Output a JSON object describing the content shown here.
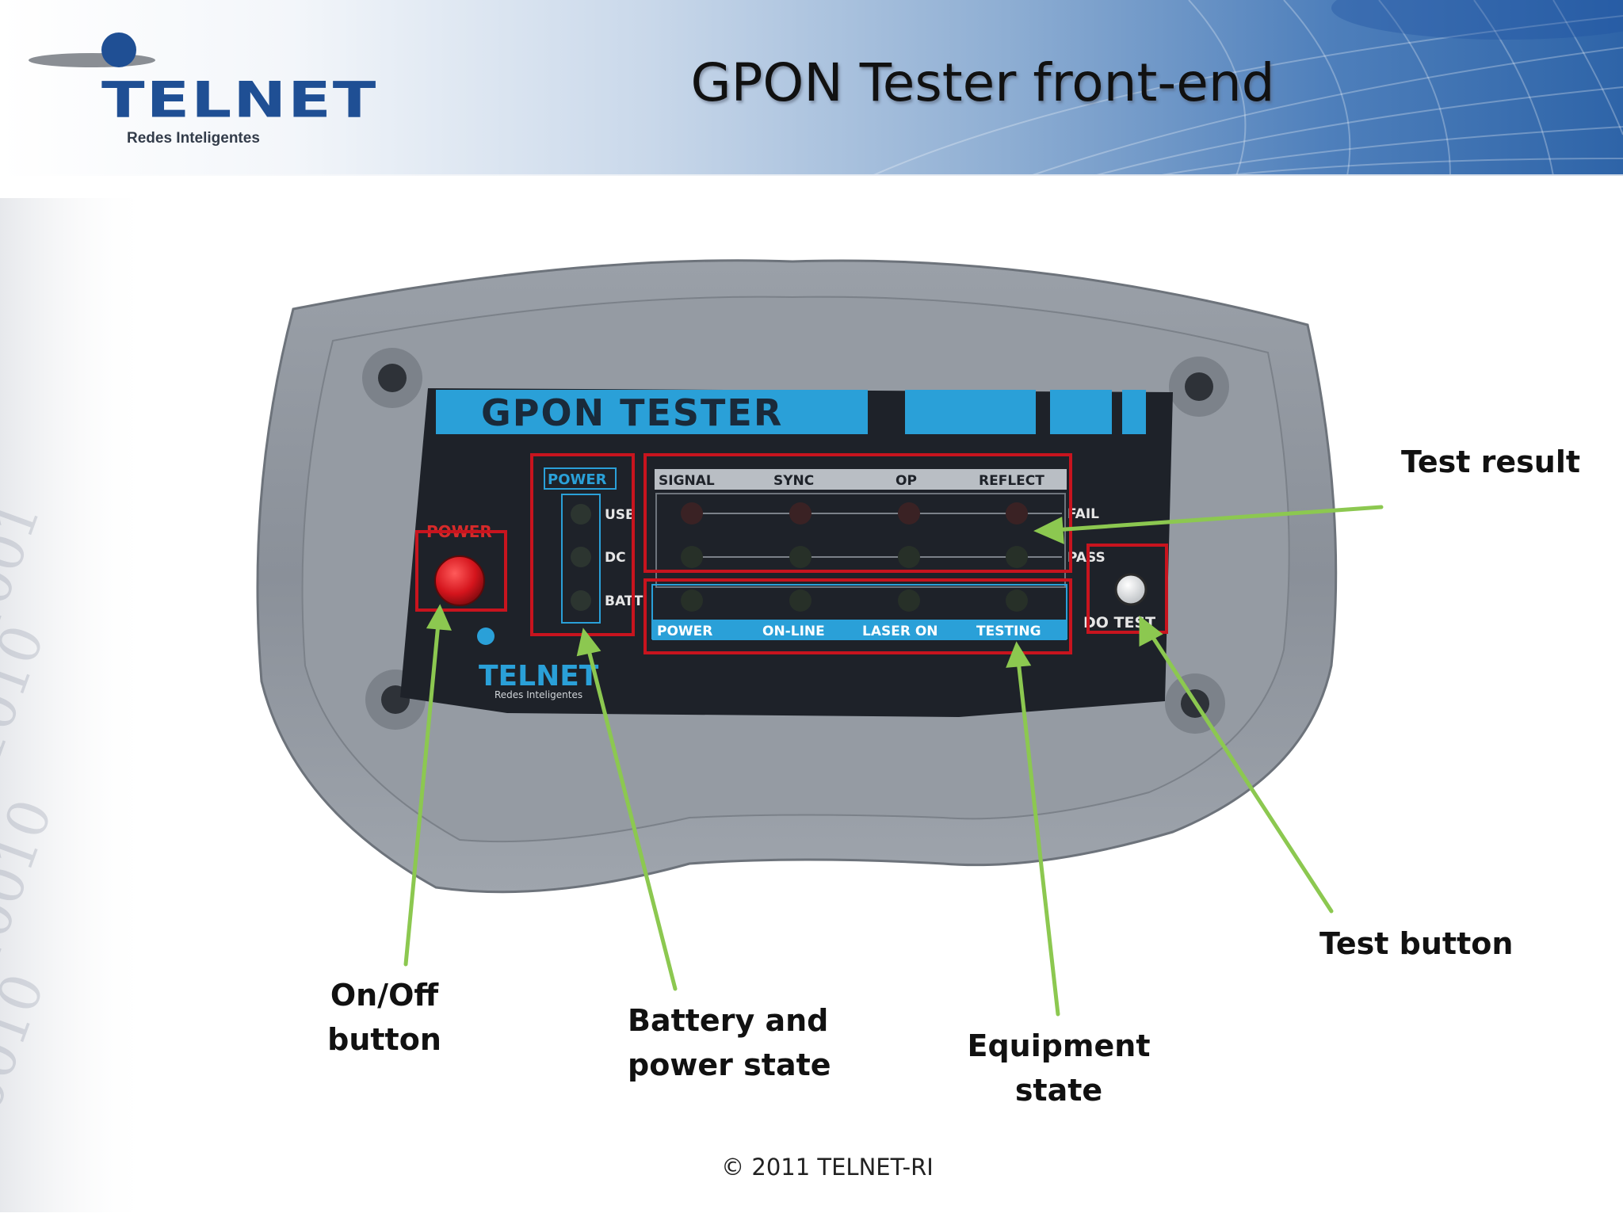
{
  "header": {
    "logo_word": "TELNET",
    "logo_subtitle": "Redes Inteligentes",
    "title": "GPON Tester front-end"
  },
  "device": {
    "name_plate": "GPON TESTER",
    "power_button_label": "POWER",
    "power_group": {
      "title": "POWER",
      "leds": [
        "USB",
        "DC",
        "BATT"
      ]
    },
    "test_result": {
      "columns": [
        "SIGNAL",
        "SYNC",
        "OP",
        "REFLECT"
      ],
      "rows": [
        "FAIL",
        "PASS"
      ]
    },
    "equipment_state": [
      "POWER",
      "ON-LINE",
      "LASER ON",
      "TESTING"
    ],
    "test_button_label": "DO TEST",
    "logo_word": "TELNET",
    "logo_subtitle": "Redes Inteligentes"
  },
  "annotations": {
    "test_result": "Test result",
    "test_button": "Test button",
    "on_off": [
      "On/Off",
      "button"
    ],
    "battery_power": [
      "Battery and",
      "power state"
    ],
    "equipment": [
      "Equipment",
      "state"
    ]
  },
  "colors": {
    "accent_blue": "#2aa0d8",
    "highlight_red": "#c8141e",
    "arrow_green": "#8cc850",
    "panel_dark": "#1e2229",
    "casing_gray": "#8a9099"
  },
  "footer": "© 2011 TELNET-RI"
}
